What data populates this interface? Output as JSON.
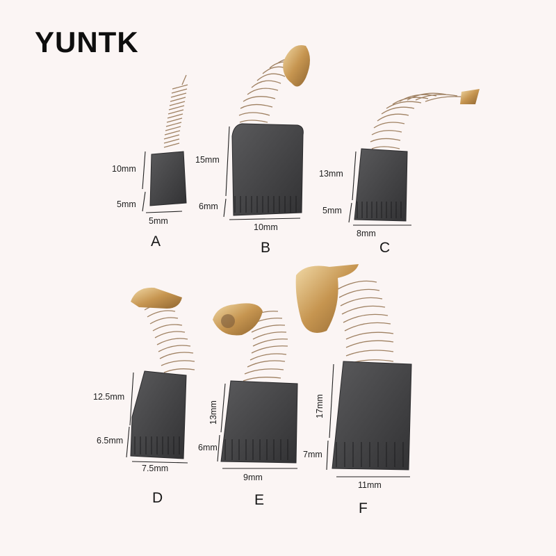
{
  "brand": "YUNTK",
  "products": [
    {
      "letter": "A",
      "height": "10mm",
      "thickness": "5mm",
      "width": "5mm"
    },
    {
      "letter": "B",
      "height": "15mm",
      "thickness": "6mm",
      "width": "10mm"
    },
    {
      "letter": "C",
      "height": "13mm",
      "thickness": "5mm",
      "width": "8mm"
    },
    {
      "letter": "D",
      "height": "12.5mm",
      "thickness": "6.5mm",
      "width": "7.5mm"
    },
    {
      "letter": "E",
      "height": "13mm",
      "thickness": "6mm",
      "width": "9mm"
    },
    {
      "letter": "F",
      "height": "17mm",
      "thickness": "7mm",
      "width": "11mm"
    }
  ]
}
